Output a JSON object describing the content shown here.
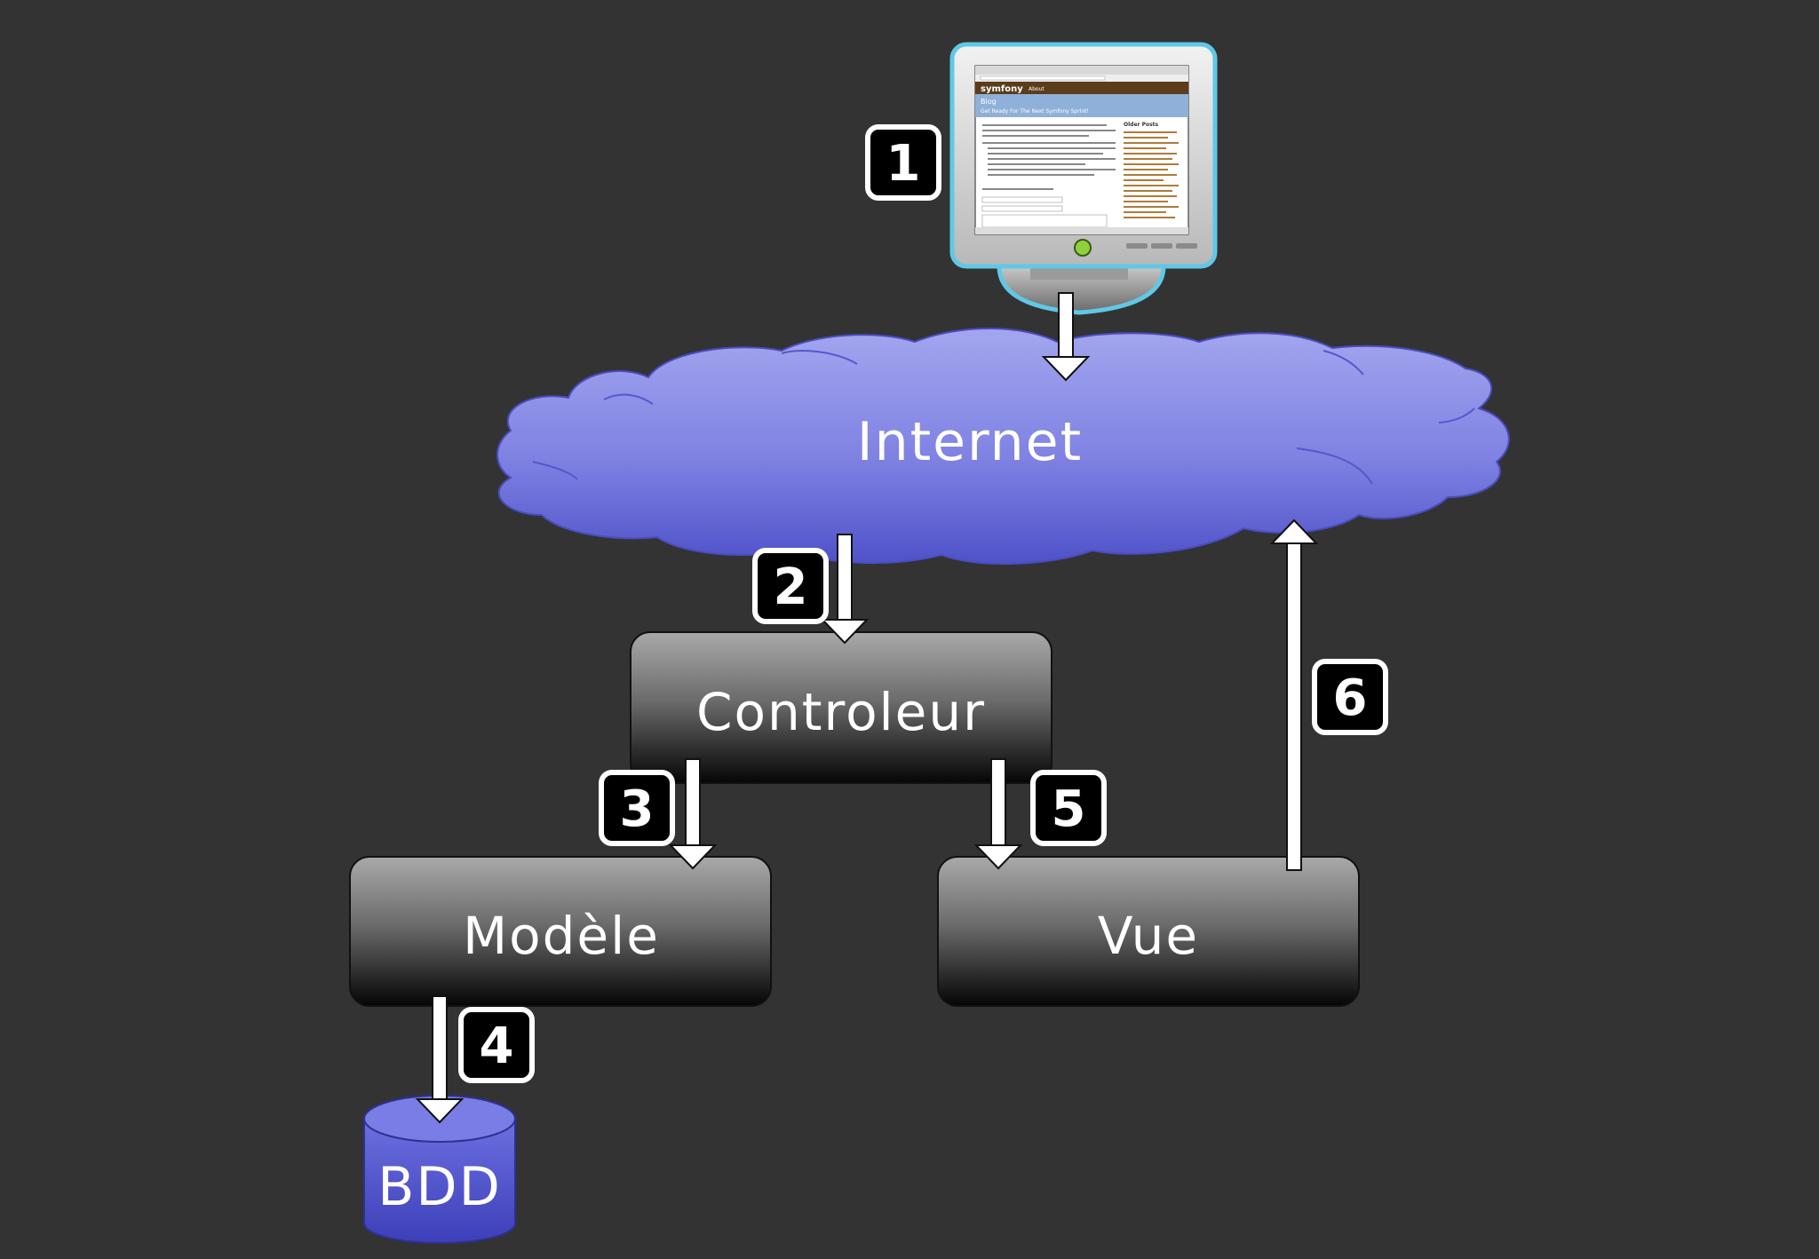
{
  "nodes": {
    "internet": "Internet",
    "controller": "Controleur",
    "model": "Modèle",
    "view": "Vue",
    "database": "BDD"
  },
  "steps": [
    "1",
    "2",
    "3",
    "4",
    "5",
    "6"
  ],
  "screen": {
    "brand": "symfony",
    "nav": "About",
    "header_title": "Blog",
    "header_subtitle": "Get Ready For The Next Symfony Sprint!",
    "sidebar_title": "Older Posts"
  },
  "colors": {
    "background": "#333333",
    "cloud": "#7b7ee0",
    "box": "#5a5a5a",
    "database": "#5558d6"
  }
}
